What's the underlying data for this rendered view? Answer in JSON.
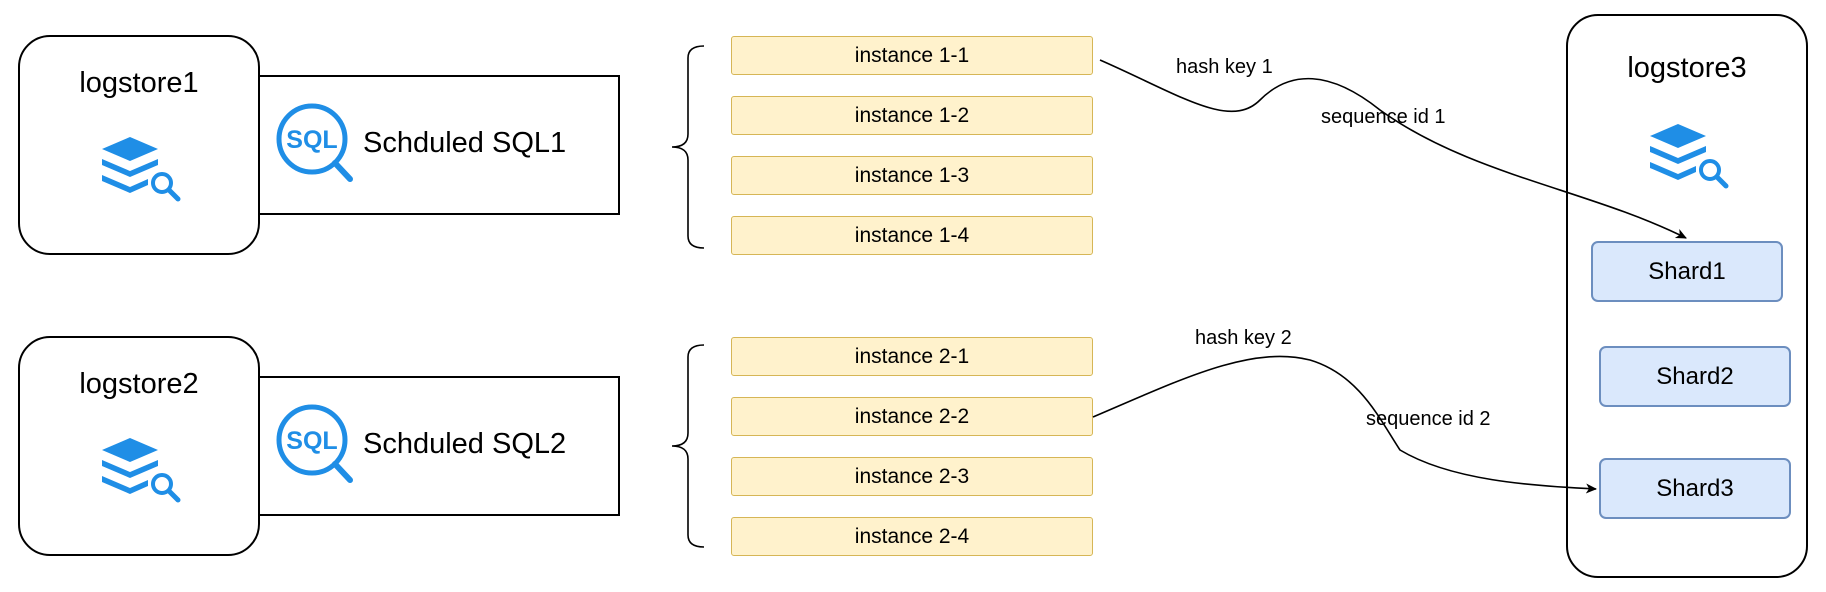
{
  "sources": [
    {
      "name": "logstore1",
      "job_label": "Schduled SQL1",
      "icon_text": "SQL",
      "icon": "logstore-stack-search-icon"
    },
    {
      "name": "logstore2",
      "job_label": "Schduled SQL2",
      "icon_text": "SQL",
      "icon": "logstore-stack-search-icon"
    }
  ],
  "instances": {
    "group1": [
      "instance 1-1",
      "instance 1-2",
      "instance 1-3",
      "instance 1-4"
    ],
    "group2": [
      "instance 2-1",
      "instance 2-2",
      "instance 2-3",
      "instance 2-4"
    ]
  },
  "target": {
    "name": "logstore3",
    "icon": "logstore-stack-search-icon",
    "shards": [
      "Shard1",
      "Shard2",
      "Shard3"
    ]
  },
  "edges": [
    {
      "label_top": "hash key 1",
      "label_bottom": "sequence id 1",
      "from": "instance 1-1",
      "to": "Shard1"
    },
    {
      "label_top": "hash key 2",
      "label_bottom": "sequence id 2",
      "from": "instance 2-2",
      "to": "Shard3"
    }
  ],
  "colors": {
    "icon_blue": "#1f8ee6",
    "instance_fill": "#fff2cc",
    "instance_border": "#d6b656",
    "shard_fill": "#dae8fc",
    "shard_border": "#6c8ebf"
  }
}
